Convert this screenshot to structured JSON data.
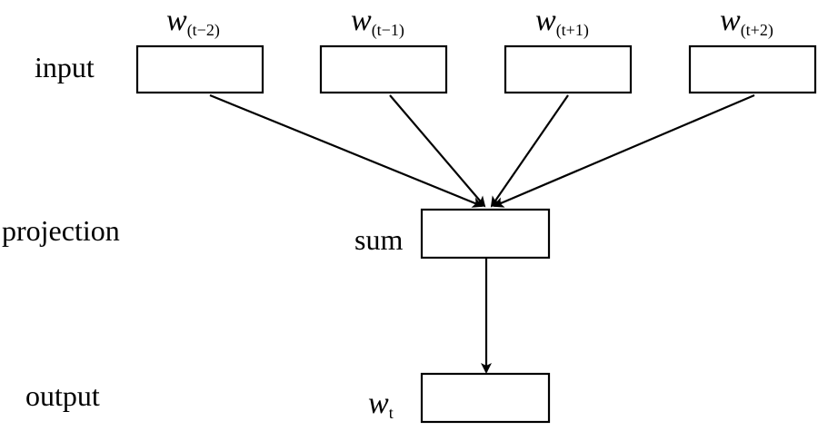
{
  "layers": {
    "input": "input",
    "projection": "projection",
    "output": "output"
  },
  "inputs": [
    {
      "symbol": "w",
      "subscript": "(t−2)"
    },
    {
      "symbol": "w",
      "subscript": "(t−1)"
    },
    {
      "symbol": "w",
      "subscript": "(t+1)"
    },
    {
      "symbol": "w",
      "subscript": "(t+2)"
    }
  ],
  "projection": {
    "label": "sum"
  },
  "output": {
    "symbol": "w",
    "subscript": "t"
  },
  "colors": {
    "ink": "#000000",
    "background": "#ffffff"
  }
}
